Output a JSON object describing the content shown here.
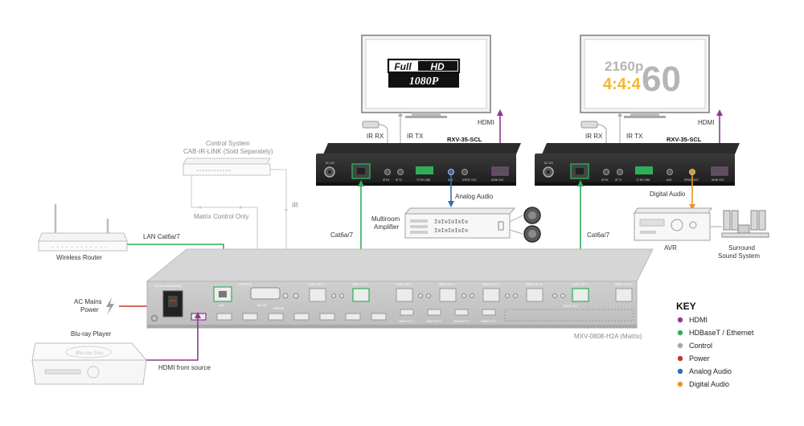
{
  "screens": {
    "left_logo_top": "Full HD",
    "left_logo_bottom": "1080P",
    "right_res": "2160p",
    "right_chroma": "4:4:4",
    "right_rate": "60"
  },
  "labels": {
    "hdmi_left": "HDMI",
    "hdmi_right": "HDMI",
    "ir_rx_left": "IR RX",
    "ir_tx_left": "IR TX",
    "ir_rx_right": "IR RX",
    "ir_tx_right": "IR TX",
    "rx_model_left": "RXV-35-SCL",
    "rx_model_right": "RXV-35-SCL",
    "analog_audio": "Analog Audio",
    "digital_audio": "Digital Audio",
    "multiroom_line1": "Multiroom",
    "multiroom_line2": "Amplifier",
    "avr": "AVR",
    "surround_line1": "Surround",
    "surround_line2": "Sound System",
    "cat6a_left": "Cat6a/7",
    "cat6a_right": "Cat6a/7",
    "control_system_line1": "Control System",
    "control_system_line2": "CAB-IR-LINK (Sold Separately)",
    "matrix_control_only": "Matrix Control Only",
    "ir": "IR",
    "lan": "LAN Cat6a/7",
    "wireless_router": "Wireless Router",
    "ac_mains_line1": "AC Mains",
    "ac_mains_line2": "Power",
    "bluray_player": "Blu-ray Player",
    "hdmi_from_source": "HDMI from source",
    "matrix_model": "MXV-0808-H2A (Matrix)",
    "matrix_ac_label": "AC 100-240V 50/60Hz",
    "matrix_control_label": "CONTROL",
    "matrix_lan_label": "LAN",
    "matrix_rs232_label": "RS-232",
    "matrix_hdmi_in_label": "HDMI IN",
    "matrix_spdif_label": "S/PDIF OUT"
  },
  "matrix_outputs": [
    "HDBT OUT 1",
    "HDBT OUT 2",
    "HDBT OUT 3",
    "HDBT OUT 4",
    "HDBT OUT 5",
    "HDBT OUT 6",
    "HDBT OUT 7",
    "HDBT OUT 8"
  ],
  "matrix_hdmi_outs": [
    "HDMI OUT 1",
    "HDMI OUT 2",
    "HDMI OUT 3",
    "HDMI OUT 4"
  ],
  "key": {
    "title": "KEY",
    "items": [
      {
        "label": "HDMI",
        "color": "#8e3a8e"
      },
      {
        "label": "HDBaseT / Ethernet",
        "color": "#2fae5a"
      },
      {
        "label": "Control",
        "color": "#a8a8a8"
      },
      {
        "label": "Power",
        "color": "#c0392b"
      },
      {
        "label": "Analog Audio",
        "color": "#2f6db5"
      },
      {
        "label": "Digital Audio",
        "color": "#e8962a"
      }
    ]
  },
  "colors": {
    "hdmi": "#8e3a8e",
    "hdbaset": "#2fae5a",
    "control": "#a8a8a8",
    "power": "#c0392b",
    "analog": "#2f6db5",
    "digital": "#e8962a"
  }
}
